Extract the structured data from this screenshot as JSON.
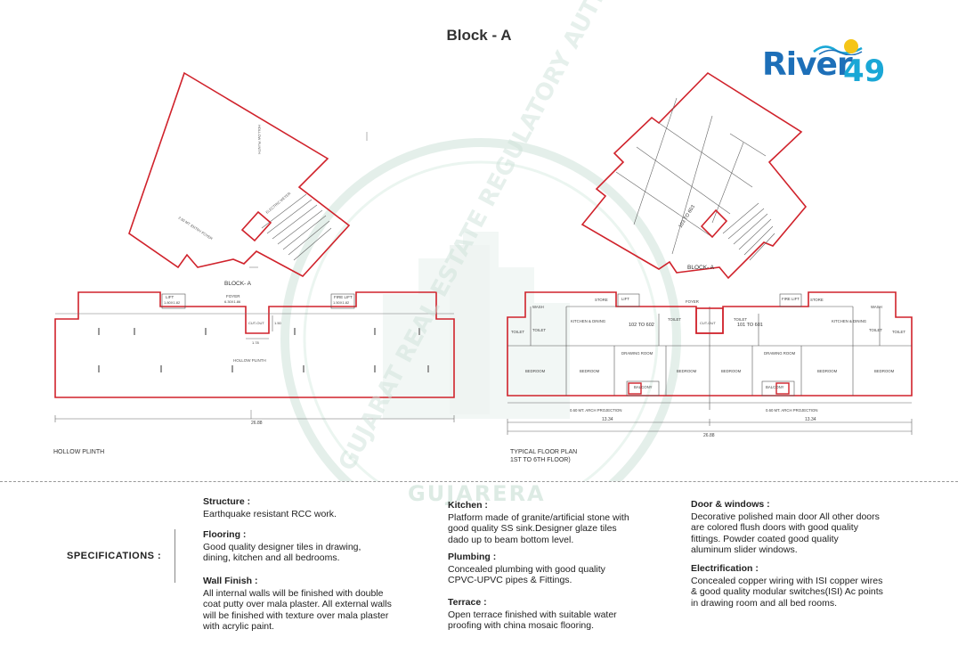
{
  "title": "Block - A",
  "logo": {
    "word": "River",
    "number": "49"
  },
  "plans": {
    "left": {
      "block_label": "BLOCK- A",
      "caption": "HOLLOW PLINTH",
      "labels": {
        "hollow_plinth_top": "HOLLOW PLINTH",
        "entry_foyer": "2.50 MT. ENTRY FOYER",
        "electric_meter": "ELECTRIC METER",
        "foyer": "FOYER",
        "foyer_size": "6.30X1.86",
        "lift": "LIFT",
        "lift_size": "1.80X1.82",
        "fire_lift": "FIRE LIFT",
        "fire_lift_size": "1.50X1.82",
        "cutout": "CUT-OUT",
        "hollow_plinth_main": "HOLLOW PLINTH",
        "dim_total": "26.88",
        "dim_cut": "1.78",
        "dim_side": "1.50"
      }
    },
    "right": {
      "block_label": "BLOCK- A",
      "caption_line1": "TYPICAL FLOOR PLAN",
      "caption_line2": "1ST TO 6TH FLOOR)",
      "labels": {
        "unit_103_603": "103 TO 603",
        "unit_102_602": "102 TO 602",
        "unit_101_601": "101 TO 601",
        "bedroom": "BEDROOM",
        "kitchen": "KITCHEN",
        "kitchen_dining": "KITCHEN & DINING",
        "drawing_room": "DRAWING ROOM",
        "toilet": "TOILET",
        "balcony": "BALCONY",
        "store": "STORE",
        "wash": "WASH",
        "foyer": "FOYER",
        "lift": "LIFT",
        "fire_lift": "FIRE LIFT",
        "cutout": "CUT-OUT",
        "arch_projection": "0.60 MT. ARCH PROJECTION",
        "dim_half": "13.34",
        "dim_total": "26.88"
      }
    }
  },
  "specifications": {
    "label": "SPECIFICATIONS :",
    "items": [
      {
        "heading": "Structure :",
        "body": "Earthquake resistant RCC work."
      },
      {
        "heading": "Flooring :",
        "body": "Good quality designer tiles in drawing,\ndining, kitchen and all bedrooms."
      },
      {
        "heading": "Wall Finish :",
        "body": "All internal walls will be finished with double\ncoat putty over mala plaster. All external walls\nwill be finished with texture over mala plaster\nwith acrylic paint."
      },
      {
        "heading": "Kitchen :",
        "body": "Platform made of granite/artificial stone with\ngood quality SS sink.Designer glaze tiles\ndado up to beam bottom level."
      },
      {
        "heading": "Plumbing :",
        "body": "Concealed plumbing with good quality\nCPVC-UPVC pipes & Fittings."
      },
      {
        "heading": "Terrace  :",
        "body": "Open terrace finished with suitable water\nproofing with china mosaic flooring."
      },
      {
        "heading": "Door & windows :",
        "body": "Decorative polished main door All other doors\nare colored flush doors with  good quality\nfittings. Powder coated good quality\naluminum slider  windows."
      },
      {
        "heading": "Electrification :",
        "body": "Concealed copper wiring with ISI copper wires\n& good quality modular switches(ISI) Ac points\nin drawing room and all bed rooms."
      }
    ]
  },
  "watermark": {
    "arc_top": "GUJARAT REAL ESTATE REGULATORY AUTHORITY",
    "bottom": "GUJARERA"
  },
  "colors": {
    "plan_red": "#d0222b",
    "plan_line": "#555555",
    "logo_blue": "#1d6fb8",
    "logo_cyan": "#1aa7d6",
    "logo_sun": "#f5c518",
    "watermark": "#cfe3da"
  }
}
